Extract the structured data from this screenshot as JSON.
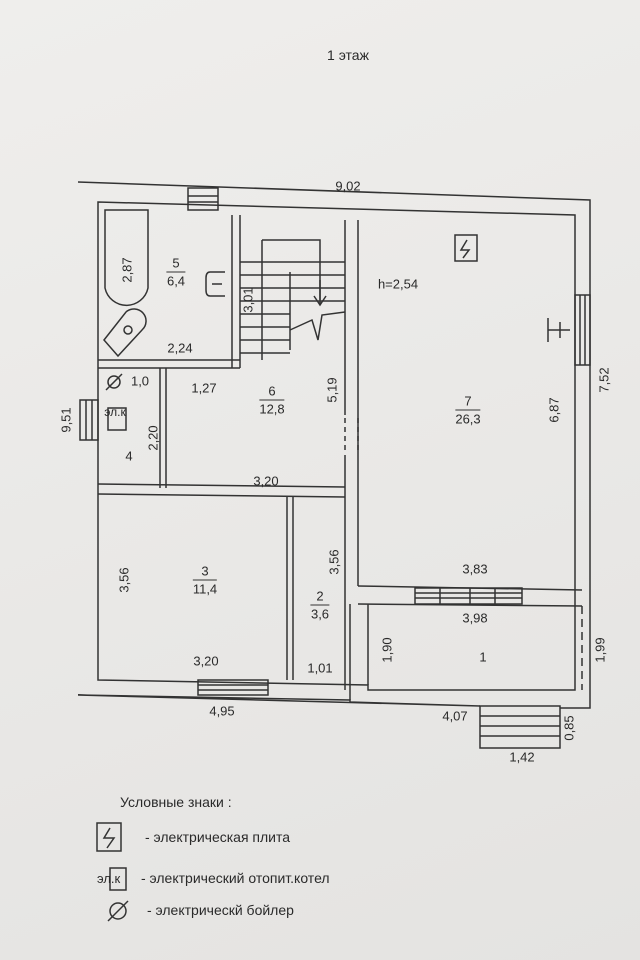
{
  "title": "1 этаж",
  "dimensions": {
    "total_width": "9,02",
    "total_length": "9,51",
    "right_length": "7,52",
    "bath_width": "2,87",
    "room5_width": "2,24",
    "stair_len": "3,01",
    "corridor_len": "5,19",
    "room4_width": "1,0",
    "corridor_width": "1,27",
    "room4_len": "2,20",
    "room6_bottom": "3,20",
    "room3_len": "3,56",
    "room3_width": "3,20",
    "room2_len": "3,56",
    "room2_width": "1,01",
    "left_bottom": "4,95",
    "room7_len": "6,87",
    "room7_width": "3,83",
    "room1_width": "3,98",
    "room1_len": "1,90",
    "porch_right": "1,99",
    "porch_bottom": "4,07",
    "steps_len": "0,85",
    "steps_width": "1,42",
    "height": "h=2,54"
  },
  "rooms": [
    {
      "num": "1",
      "area": ""
    },
    {
      "num": "2",
      "area": "3,6"
    },
    {
      "num": "3",
      "area": "11,4"
    },
    {
      "num": "4",
      "area": ""
    },
    {
      "num": "5",
      "area": "6,4"
    },
    {
      "num": "6",
      "area": "12,8"
    },
    {
      "num": "7",
      "area": "26,3"
    }
  ],
  "symbols": {
    "boiler_heating": "эл.к"
  },
  "legend": {
    "title": "Условные знаки :",
    "items": [
      {
        "icon": "electric-stove-icon",
        "label": "- электрическая плита"
      },
      {
        "icon": "electric-heating-boiler-icon",
        "label": "- электрический отопит.котел"
      },
      {
        "icon": "electric-water-heater-icon",
        "label": "- электрическй бойлер"
      }
    ]
  }
}
